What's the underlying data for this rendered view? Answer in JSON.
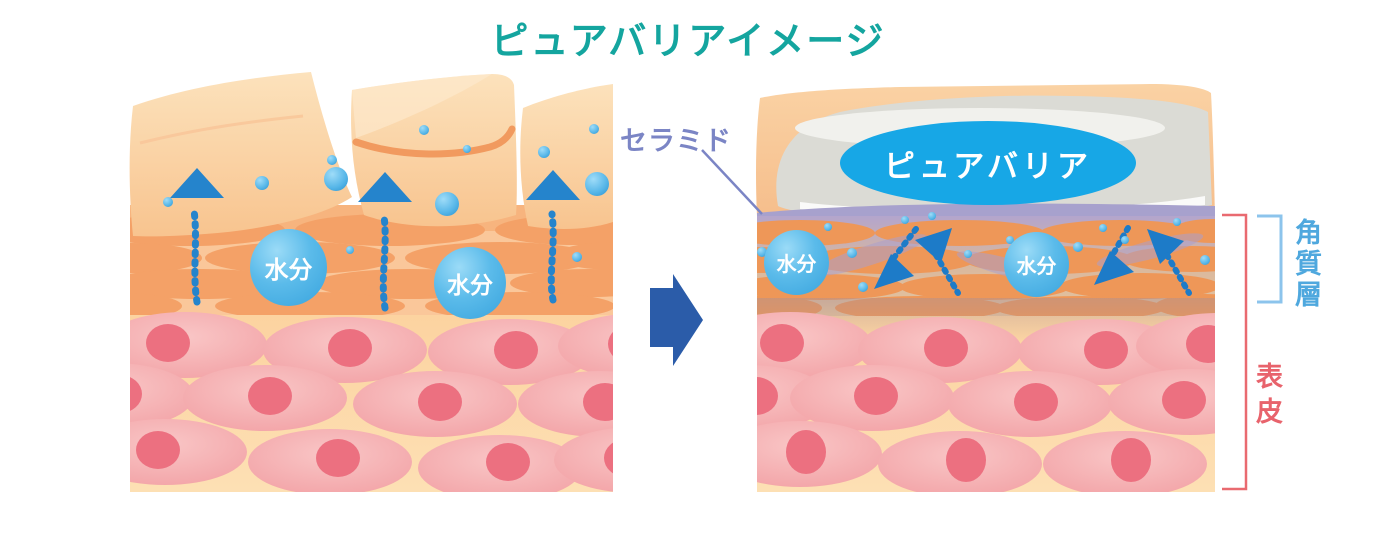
{
  "title": "ピュアバリアイメージ",
  "labels": {
    "ceramide": "セラミド",
    "pure_barrier": "ピュアバリア",
    "moisture": "水分",
    "stratum_corneum": "角質層",
    "epidermis": "表皮"
  },
  "colors": {
    "title": "#14A59F",
    "ceramide_label": "#7B85C5",
    "ceramide_layer": "#A7A1CD",
    "cream_layer": "#DBDBD5",
    "pure_barrier_badge": "#17A7E6",
    "moisture_circle": "#47AFE5",
    "escape_arrow": "#2584CC",
    "bounce_arrow": "#1D7BC8",
    "transform_arrow": "#2B5CA9",
    "stratum_corneum_label": "#4FA8DE",
    "stratum_corneum_bracket": "#8CC4EC",
    "epidermis_label": "#E8636C",
    "epidermis_bracket": "#E96A70",
    "skin_flake": "#F9C98F",
    "corneocyte": "#F4A167",
    "skin_cell": "#F2A6A9",
    "cell_nucleus": "#EC7080"
  }
}
